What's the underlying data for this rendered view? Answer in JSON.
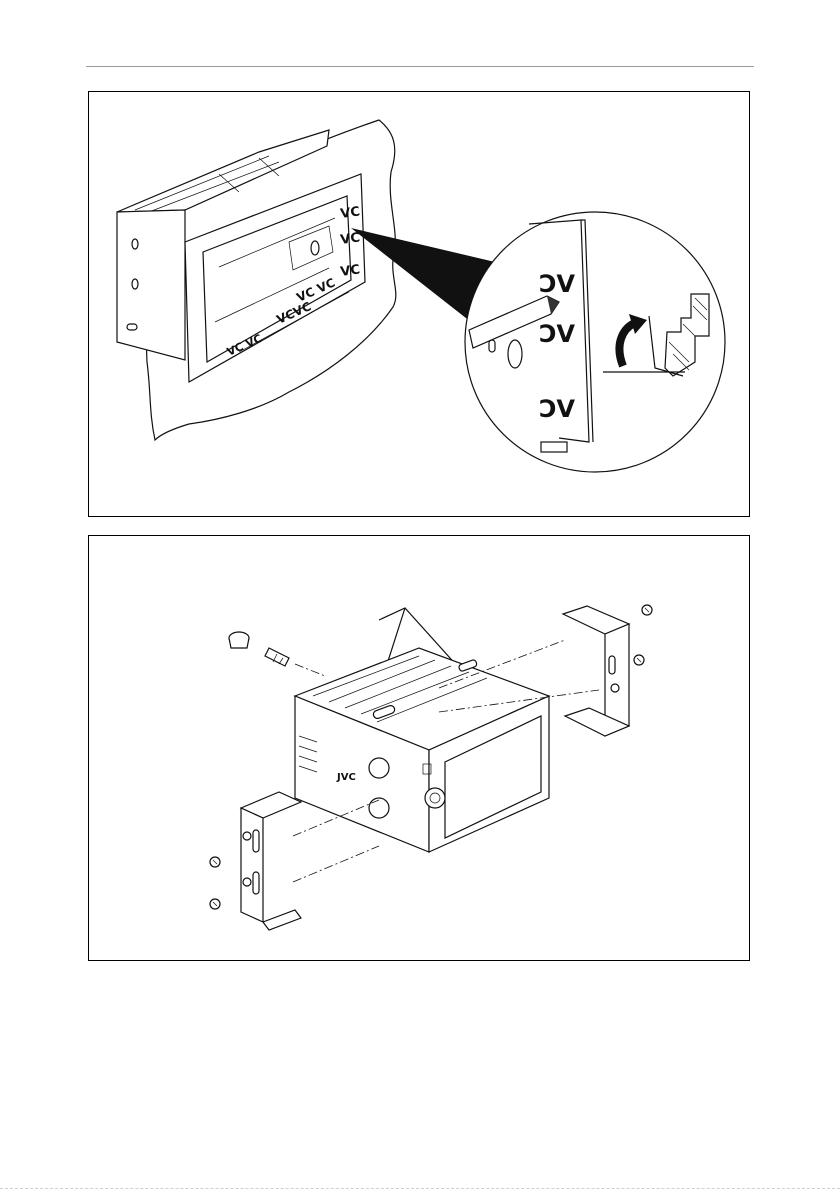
{
  "figure1": {
    "logo_text": "JVC",
    "description": "Removing the hook on the mounting sleeve"
  },
  "figure2": {
    "logo_text": "JVC"
  }
}
